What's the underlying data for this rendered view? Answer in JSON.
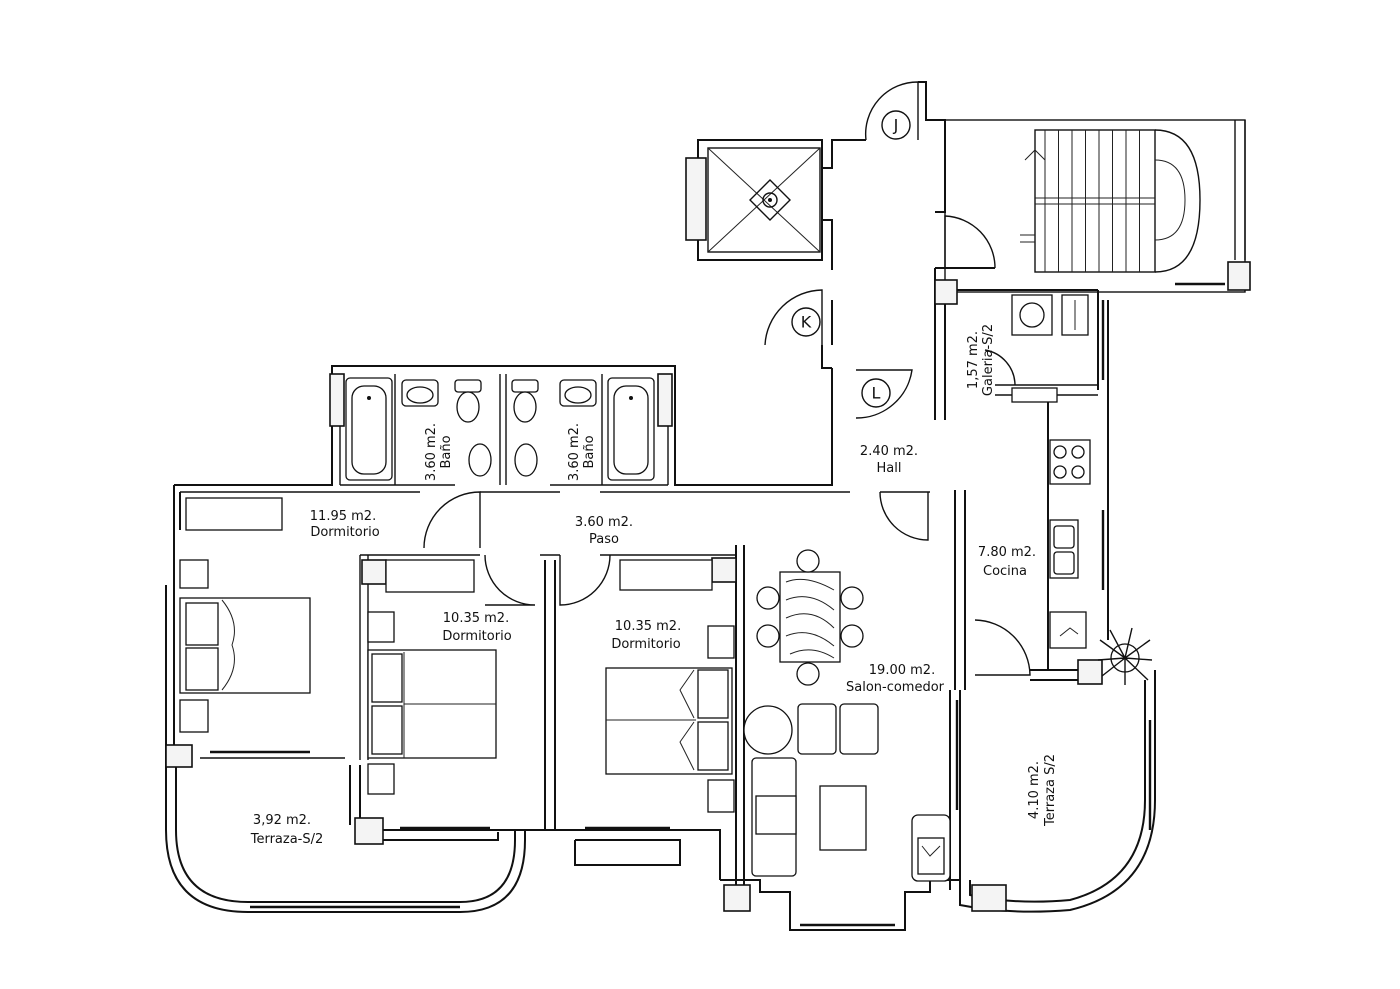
{
  "rooms": [
    {
      "key": "dorm1",
      "area": "11.95 m2.",
      "name": "Dormitorio"
    },
    {
      "key": "dorm2",
      "area": "10.35 m2.",
      "name": "Dormitorio"
    },
    {
      "key": "dorm3",
      "area": "10.35 m2.",
      "name": "Dormitorio"
    },
    {
      "key": "paso",
      "area": "3.60 m2.",
      "name": "Paso"
    },
    {
      "key": "bano1",
      "area": "3.60 m2.",
      "name": "Baño"
    },
    {
      "key": "bano2",
      "area": "3.60 m2.",
      "name": "Baño"
    },
    {
      "key": "hall",
      "area": "2.40 m2.",
      "name": "Hall"
    },
    {
      "key": "cocina",
      "area": "7.80 m2.",
      "name": "Cocina"
    },
    {
      "key": "salon",
      "area": "19.00 m2.",
      "name": "Salon-comedor"
    },
    {
      "key": "galeria",
      "area": "1,57 m2.",
      "name": "Galeria-S/2"
    },
    {
      "key": "terraza1",
      "area": "3,92 m2.",
      "name": "Terraza-S/2"
    },
    {
      "key": "terraza2",
      "area": "4.10 m2.",
      "name": "Terraza S/2"
    }
  ],
  "markers": [
    {
      "key": "J",
      "label": "J"
    },
    {
      "key": "K",
      "label": "K"
    },
    {
      "key": "L",
      "label": "L"
    }
  ]
}
